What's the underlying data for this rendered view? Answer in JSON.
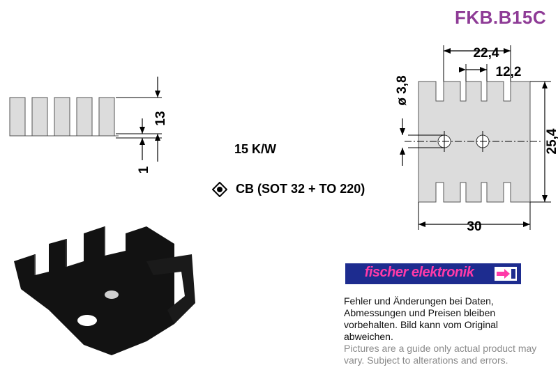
{
  "header": {
    "product_code": "FKB.B15C"
  },
  "side_view": {
    "height_label": "13",
    "base_label": "1"
  },
  "top_view": {
    "overall_width_top": "22,4",
    "inner_width": "12,2",
    "hole_diameter": "ø 3,8",
    "height": "25,4",
    "width_bottom": "30"
  },
  "specs": {
    "thermal_resistance": "15 K/W",
    "mounting": "CB (SOT 32 + TO 220)",
    "mounting_icon": "target-screw-icon"
  },
  "brand": {
    "name": "fischer elektronik",
    "logo_icon": "arrow-logo-icon",
    "color": "#1d2c8f",
    "accent": "#ff3aa8"
  },
  "disclaimer": {
    "de": "Fehler und Änderungen bei Daten, Abmessungen und Preisen bleiben vorbehalten. Bild kann vom Original abweichen.",
    "en": "Pictures are a guide only actual product may vary. Subject to alterations and errors."
  },
  "colors": {
    "title": "#8e3b96",
    "heatsink_fill": "#dcdcdc",
    "photo_body": "#121212"
  }
}
